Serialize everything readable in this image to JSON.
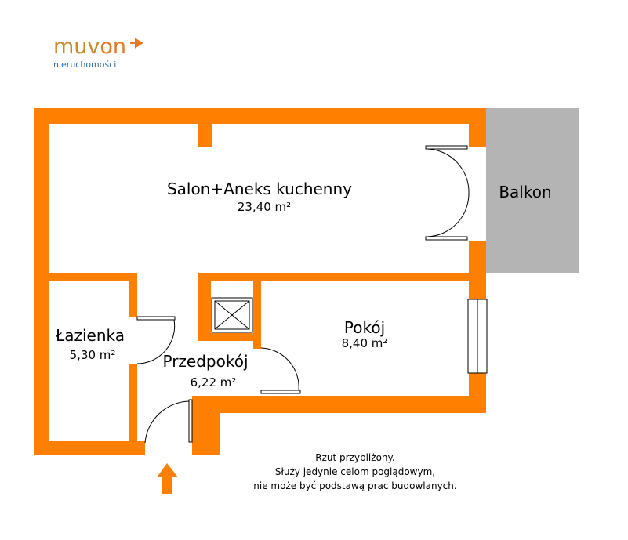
{
  "logo": {
    "brand_prefix": "muv",
    "brand_suffix": "on",
    "tagline": "nieruchomości",
    "color_primary": "#C98A2E",
    "color_accent": "#E87722"
  },
  "rooms": {
    "salon": {
      "name": "Salon+Aneks kuchenny",
      "area": "23,40 m²"
    },
    "balkon": {
      "name": "Balkon"
    },
    "lazienka": {
      "name": "Łazienka",
      "area": "5,30 m²"
    },
    "przedpokoj": {
      "name": "Przedpokój",
      "area": "6,22 m²"
    },
    "pokoj": {
      "name": "Pokój",
      "area": "8,40 m²"
    }
  },
  "disclaimer": {
    "line1": "Rzut przybliżony.",
    "line2": "Służy jedynie celom poglądowym,",
    "line3": "nie może być podstawą prac budowlanych."
  },
  "colors": {
    "wall": "#FF7F00",
    "balcony": "#B4B4B4",
    "entrance_arrow": "#FF7F00"
  },
  "icons": {
    "entrance": "arrow-up-icon",
    "ventilation": "ventilation-shaft-icon"
  }
}
